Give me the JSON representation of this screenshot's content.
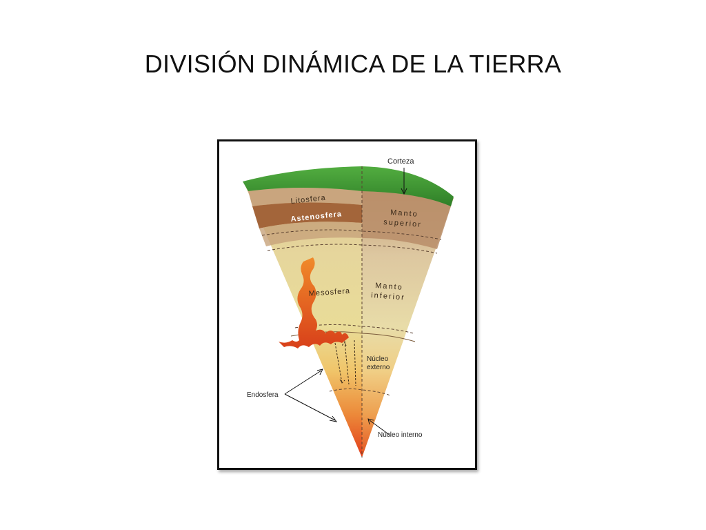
{
  "slide": {
    "title": "DIVISIÓN DINÁMICA DE LA TIERRA"
  },
  "diagram": {
    "labels": {
      "corteza": "Corteza",
      "litosfera": "Litosfera",
      "astenosfera": "Astenosfera",
      "manto_superior_1": "Manto",
      "manto_superior_2": "superior",
      "mesosfera": "Mesosfera",
      "manto_inferior_1": "Manto",
      "manto_inferior_2": "inferior",
      "nucleo_externo_1": "Núcleo",
      "nucleo_externo_2": "externo",
      "endosfera": "Endosfera",
      "nucleo_interno": "Núcleo interno"
    },
    "colors": {
      "crust": "#3f9a34",
      "lithosphere": "#c9a57e",
      "asthenosphere": "#a3653a",
      "upper_mantle": "#b88d68",
      "mesosphere": "#e3cf8e",
      "outer_core": "#eaa04a",
      "inner_core": "#e5431b",
      "plume": "#e8591d"
    }
  }
}
